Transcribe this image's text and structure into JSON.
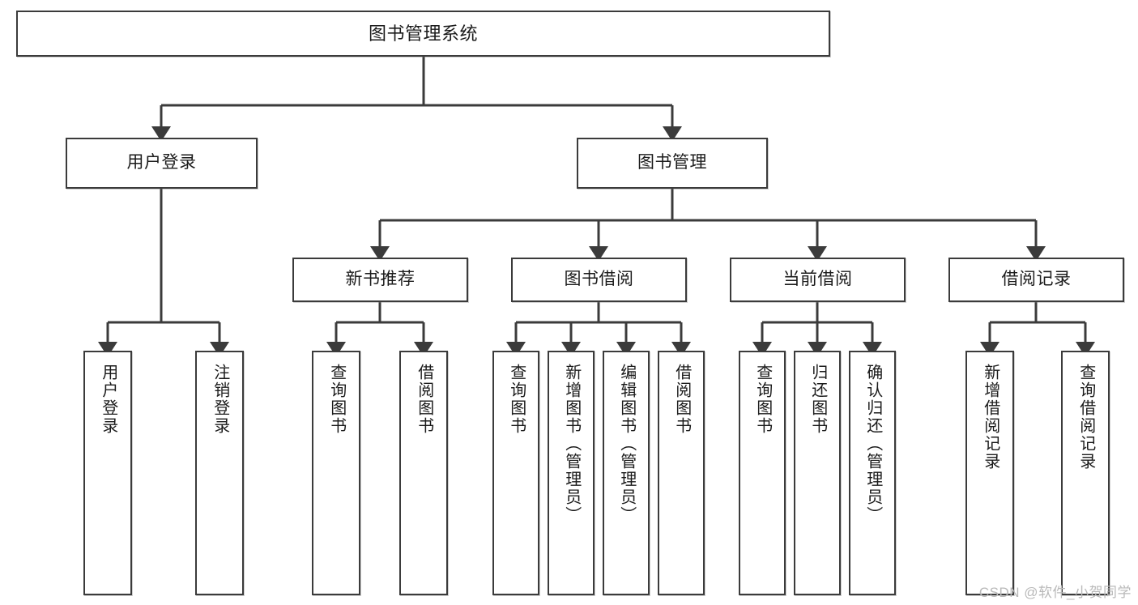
{
  "diagram": {
    "title": "图书管理系统",
    "type": "tree-hierarchy-diagram",
    "colors": {
      "border": "#3b3b3b",
      "background": "#ffffff",
      "text": "#1b1b1b",
      "watermark": "#b9b9b9"
    },
    "watermark": "CSDN @软件_小贺同学",
    "levels": {
      "root": {
        "label": "图书管理系统"
      },
      "level2": [
        {
          "id": "user-login",
          "label": "用户登录"
        },
        {
          "id": "book-management",
          "label": "图书管理"
        }
      ],
      "level3": [
        {
          "id": "new-book-recommend",
          "label": "新书推荐",
          "parent": "book-management"
        },
        {
          "id": "book-borrow",
          "label": "图书借阅",
          "parent": "book-management"
        },
        {
          "id": "current-borrow",
          "label": "当前借阅",
          "parent": "book-management"
        },
        {
          "id": "borrow-record",
          "label": "借阅记录",
          "parent": "book-management"
        }
      ],
      "leaves": {
        "user-login": [
          {
            "id": "leaf-user-login",
            "label": "用户登录"
          },
          {
            "id": "leaf-user-logout",
            "label": "注销登录"
          }
        ],
        "new-book-recommend": [
          {
            "id": "leaf-query-book-1",
            "label": "查询图书"
          },
          {
            "id": "leaf-borrow-book-1",
            "label": "借阅图书"
          }
        ],
        "book-borrow": [
          {
            "id": "leaf-query-book-2",
            "label": "查询图书"
          },
          {
            "id": "leaf-add-book",
            "label": "新增图书（管理员）"
          },
          {
            "id": "leaf-edit-book",
            "label": "编辑图书（管理员）"
          },
          {
            "id": "leaf-borrow-book-2",
            "label": "借阅图书"
          }
        ],
        "current-borrow": [
          {
            "id": "leaf-query-book-3",
            "label": "查询图书"
          },
          {
            "id": "leaf-return-book",
            "label": "归还图书"
          },
          {
            "id": "leaf-confirm-return",
            "label": "确认归还（管理员）"
          }
        ],
        "borrow-record": [
          {
            "id": "leaf-add-record",
            "label": "新增借阅记录"
          },
          {
            "id": "leaf-query-record",
            "label": "查询借阅记录"
          }
        ]
      }
    }
  }
}
